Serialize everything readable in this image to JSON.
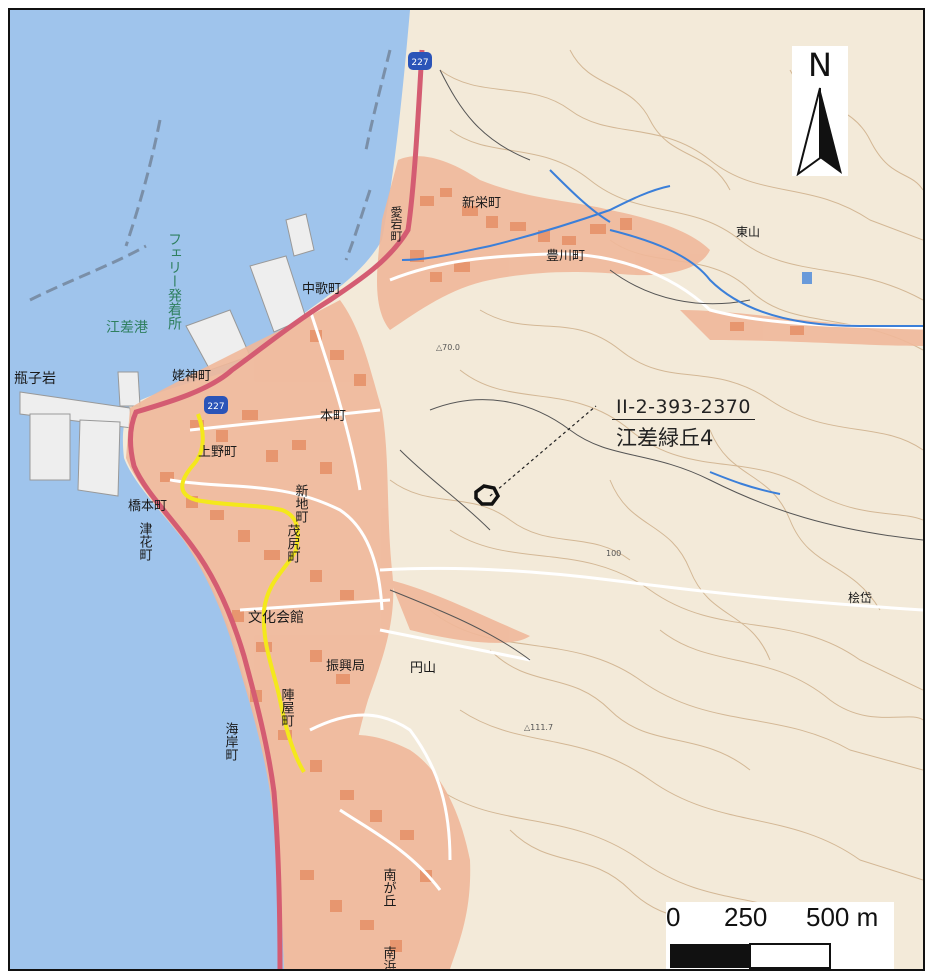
{
  "map": {
    "site": {
      "code": "II-2-393-2370",
      "name": "江差緑丘4"
    },
    "north_label": "N",
    "scale_labels": [
      "0",
      "250",
      "500 m"
    ],
    "route_shields": [
      "227",
      "227"
    ],
    "town_labels": [
      "愛宕町",
      "新栄町",
      "豊川町",
      "中歌町",
      "姥神町",
      "本町",
      "上野町",
      "新地町",
      "橋本町",
      "津花町",
      "茂尻町",
      "文化会館",
      "振興局",
      "円山",
      "陣屋町",
      "海岸町",
      "南が丘",
      "南浜"
    ],
    "place_labels": [
      "江差港",
      "フェリー発着所",
      "瓶子岩",
      "東山",
      "桧岱"
    ],
    "spot_heights": [
      "△70.0",
      "△111.7",
      "100"
    ],
    "colors": {
      "sea": "#9fc4ec",
      "land": "#f3ead9",
      "town": "#f0b89a",
      "main_road": "#d45c72",
      "river": "#3b7fd9",
      "route": "#f4e81c",
      "label_green": "#2f7f5f"
    }
  }
}
